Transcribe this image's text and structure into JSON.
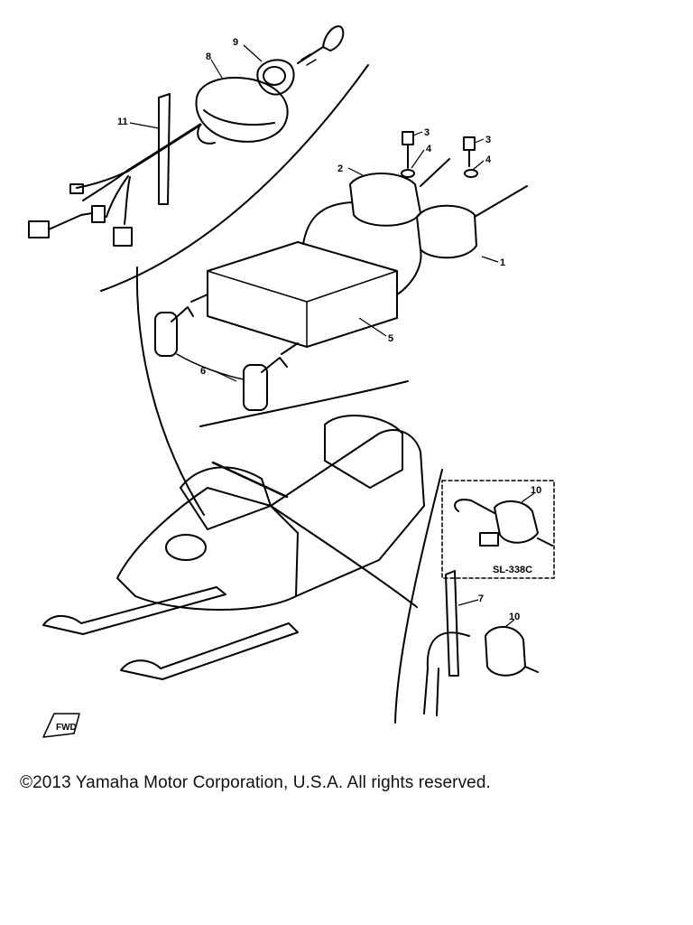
{
  "diagram": {
    "callouts": [
      {
        "id": "c1",
        "label": "1"
      },
      {
        "id": "c2",
        "label": "2"
      },
      {
        "id": "c3a",
        "label": "3"
      },
      {
        "id": "c3b",
        "label": "3"
      },
      {
        "id": "c4a",
        "label": "4"
      },
      {
        "id": "c4b",
        "label": "4"
      },
      {
        "id": "c5",
        "label": "5"
      },
      {
        "id": "c6",
        "label": "6"
      },
      {
        "id": "c7",
        "label": "7"
      },
      {
        "id": "c8",
        "label": "8"
      },
      {
        "id": "c9",
        "label": "9"
      },
      {
        "id": "c10a",
        "label": "10"
      },
      {
        "id": "c10b",
        "label": "10"
      },
      {
        "id": "c11",
        "label": "11"
      }
    ],
    "inset_label": "SL-338C",
    "direction_label": "FWD"
  },
  "footer": {
    "copyright": "©2013 Yamaha Motor Corporation, U.S.A. All rights reserved."
  }
}
